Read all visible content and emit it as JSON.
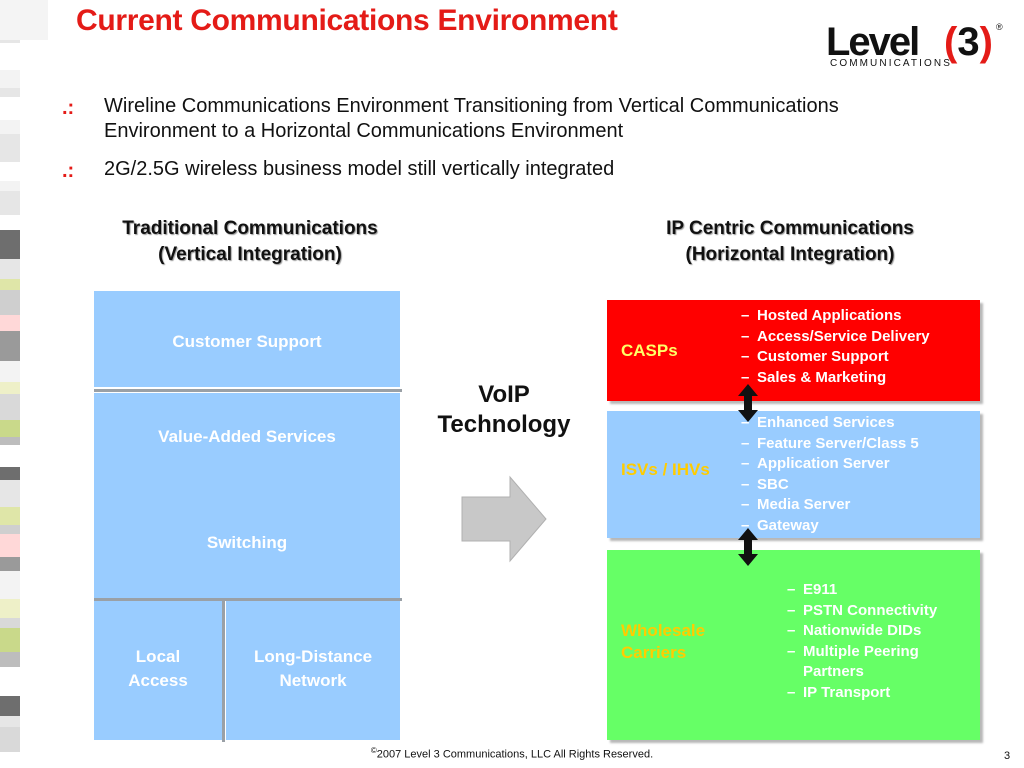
{
  "slide": {
    "title": "Current Communications Environment",
    "bullets": [
      "Wireline Communications Environment Transitioning from Vertical Communications Environment to a Horizontal Communications Environment",
      "2G/2.5G wireless business model still vertically integrated"
    ],
    "bullet_marker": ".:"
  },
  "logo": {
    "word": "Level",
    "mark_open": "(",
    "mark_num": "3",
    "mark_close": ")",
    "reg": "®",
    "subtitle": "COMMUNICATIONS"
  },
  "left": {
    "heading_line1": "Traditional Communications",
    "heading_line2": "(Vertical Integration)",
    "customer_support": "Customer Support",
    "value_added": "Value-Added Services",
    "switching": "Switching",
    "local_access_1": "Local",
    "local_access_2": "Access",
    "ld_network_1": "Long-Distance",
    "ld_network_2": "Network",
    "color": "#99ccff"
  },
  "middle": {
    "line1": "VoIP",
    "line2": "Technology"
  },
  "right": {
    "heading_line1": "IP Centric Communications",
    "heading_line2": "(Horizontal Integration)",
    "casps": {
      "label": "CASPs",
      "color": "#ff0000",
      "items": [
        "Hosted Applications",
        "Access/Service Delivery",
        "Customer Support",
        "Sales & Marketing"
      ]
    },
    "isv": {
      "label": "ISVs / IHVs",
      "color": "#99ccff",
      "items": [
        "Enhanced Services",
        "Feature Server/Class 5",
        "Application Server",
        "SBC",
        "Media Server",
        "Gateway"
      ]
    },
    "wholesale": {
      "label_line1": "Wholesale",
      "label_line2": "Carriers",
      "color": "#66ff66",
      "items": [
        "E911",
        "PSTN Connectivity",
        "Nationwide DIDs",
        "Multiple Peering Partners",
        "IP Transport"
      ]
    }
  },
  "footer": {
    "copyright_symbol": "©",
    "text": "2007 Level 3 Communications, LLC  All Rights Reserved.",
    "page_number": "3"
  },
  "colors": {
    "accent": "#e41b17"
  }
}
